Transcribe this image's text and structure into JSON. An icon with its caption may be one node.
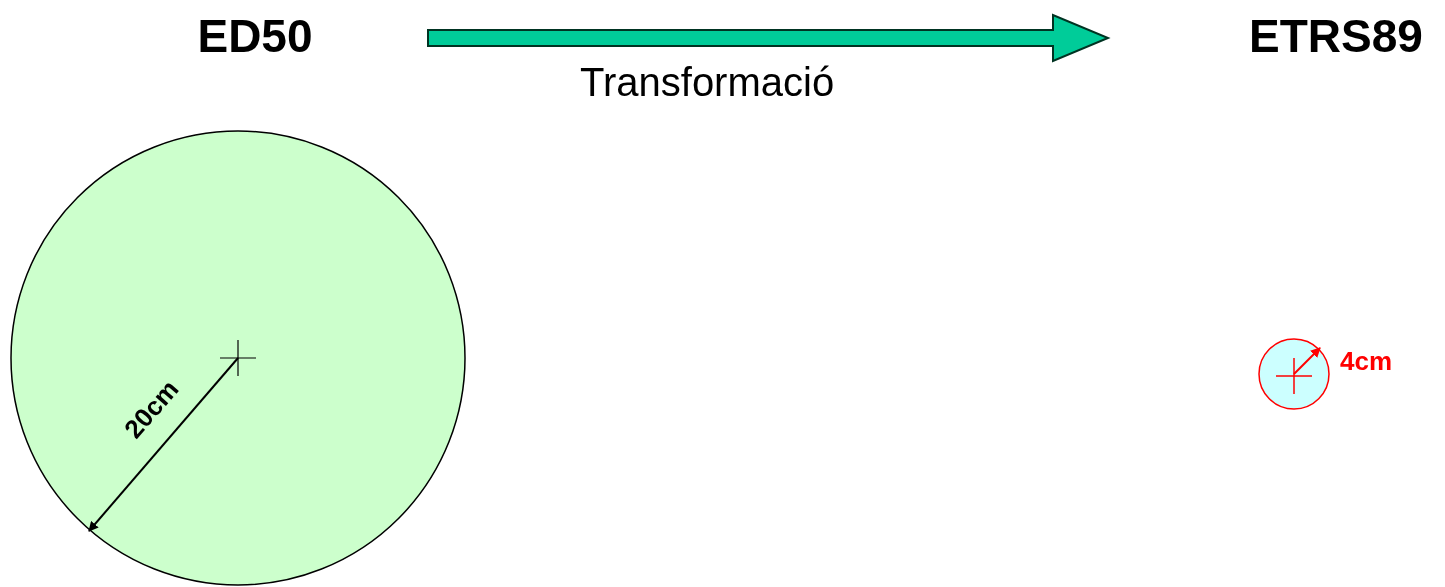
{
  "diagram": {
    "nodes": [
      {
        "text": [
          "ED50"
        ]
      },
      {
        "text": [
          "ETRS89"
        ]
      }
    ],
    "edges": [
      {
        "from": 0,
        "to": 1,
        "arrow": "to",
        "label": "Transformació",
        "style": "thick",
        "color": "#00cc99"
      }
    ],
    "labels": [
      "20cm",
      "4cm"
    ]
  }
}
